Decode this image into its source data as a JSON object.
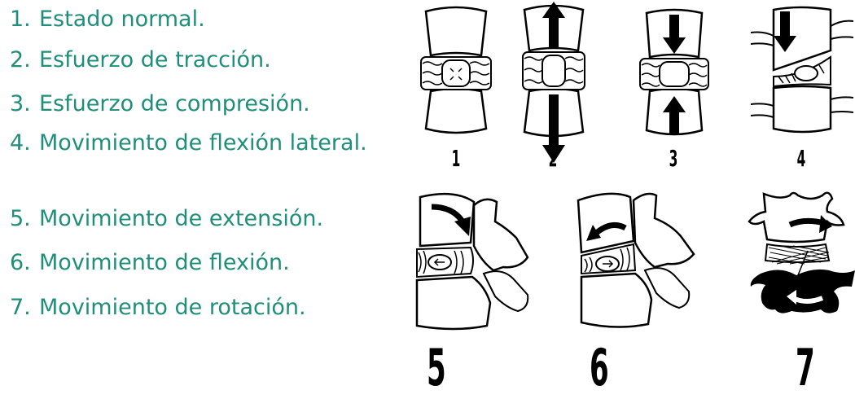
{
  "legend": {
    "items": [
      {
        "num": "1.",
        "text": "Estado normal."
      },
      {
        "num": "2.",
        "text": "Esfuerzo de tracción."
      },
      {
        "num": "3.",
        "text": "Esfuerzo de compresión."
      },
      {
        "num": "4.",
        "text": "Movimiento de flexión lateral."
      },
      {
        "num": "5.",
        "text": "Movimiento de extensión."
      },
      {
        "num": "6.",
        "text": "Movimiento de flexión."
      },
      {
        "num": "7.",
        "text": "Movimiento de rotación."
      }
    ]
  },
  "figures": [
    {
      "label": "1"
    },
    {
      "label": "2"
    },
    {
      "label": "3"
    },
    {
      "label": "4"
    },
    {
      "label": "5"
    },
    {
      "label": "6"
    },
    {
      "label": "7"
    }
  ],
  "colors": {
    "legend_text": "#1f8f7a",
    "ink": "#000000"
  }
}
